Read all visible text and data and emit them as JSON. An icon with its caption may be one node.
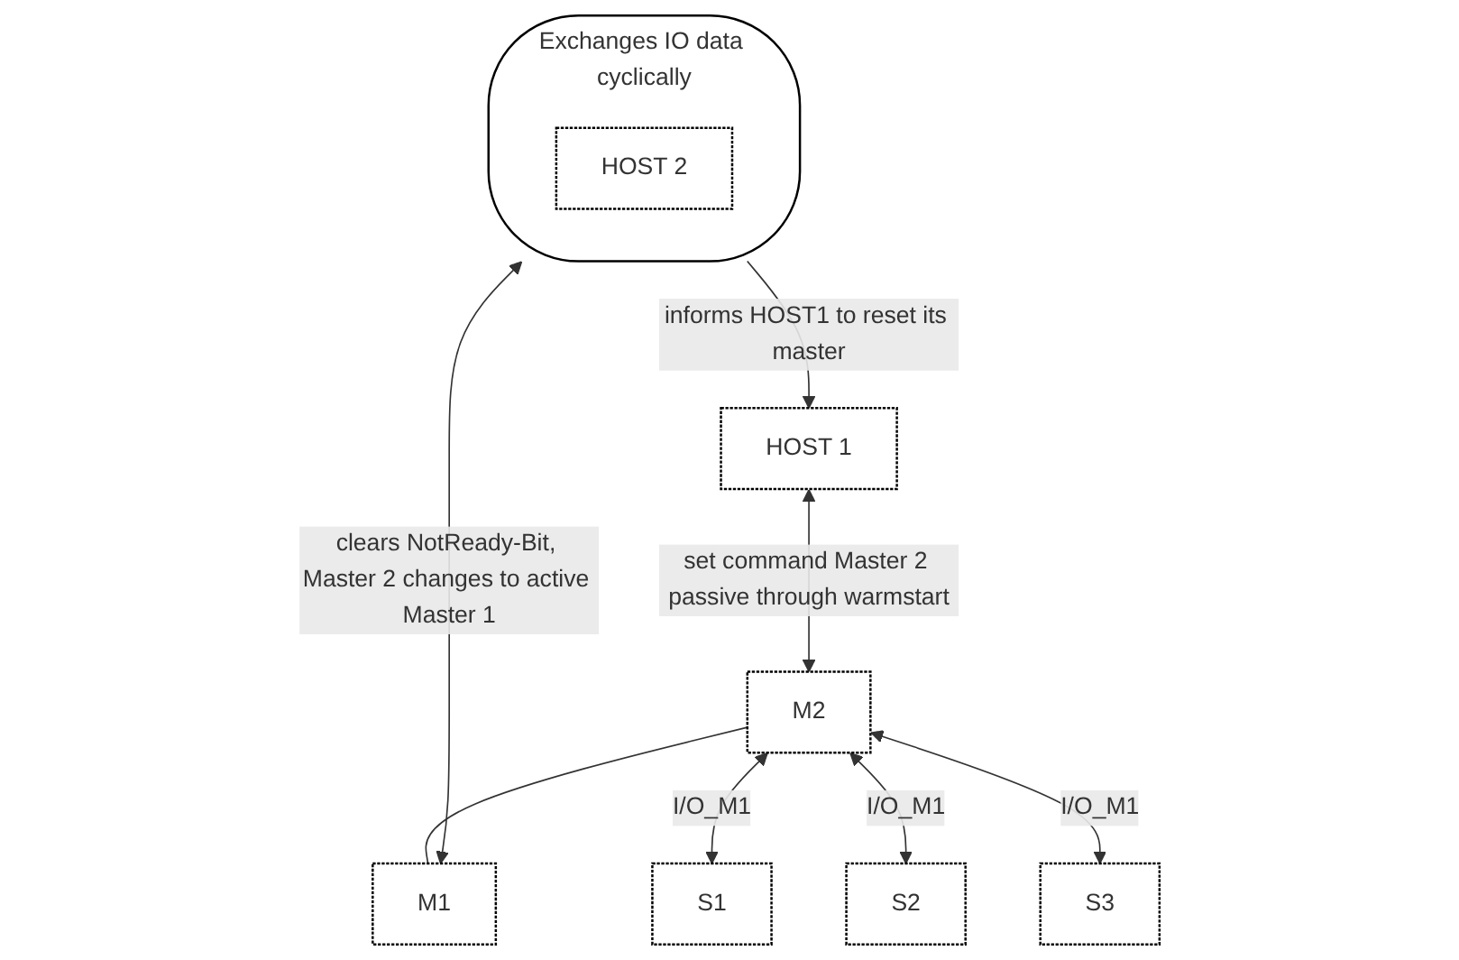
{
  "diagram": {
    "nodes": [
      {
        "text": [
          "HOST 1"
        ]
      },
      {
        "text": [
          "Exchanges IO data cyclically"
        ]
      },
      {
        "text": [
          "HOST 2"
        ],
        "in": 1
      },
      {
        "text": [
          "M2"
        ]
      },
      {
        "text": [
          "M1"
        ]
      },
      {
        "text": [
          "S1"
        ]
      },
      {
        "text": [
          "S2"
        ]
      },
      {
        "text": [
          "S3"
        ]
      }
    ],
    "edges": [
      {
        "from": 1,
        "to": 0,
        "arrow": "to",
        "label": "informs HOST1 to reset its master"
      },
      {
        "from": 0,
        "to": 3,
        "arrow": "both",
        "label": "set command Master 2 passive through warmstart"
      },
      {
        "from": 1,
        "to": 4,
        "arrow": "both",
        "label": "clears NotReady-Bit, Master 2 changes to active Master 1"
      },
      {
        "from": 3,
        "to": 4,
        "arrow": "none"
      },
      {
        "from": 3,
        "to": 5,
        "arrow": "both",
        "label": "I/O_M1"
      },
      {
        "from": 3,
        "to": 6,
        "arrow": "both",
        "label": "I/O_M1"
      },
      {
        "from": 3,
        "to": 7,
        "arrow": "both",
        "label": "I/O_M1"
      }
    ]
  }
}
